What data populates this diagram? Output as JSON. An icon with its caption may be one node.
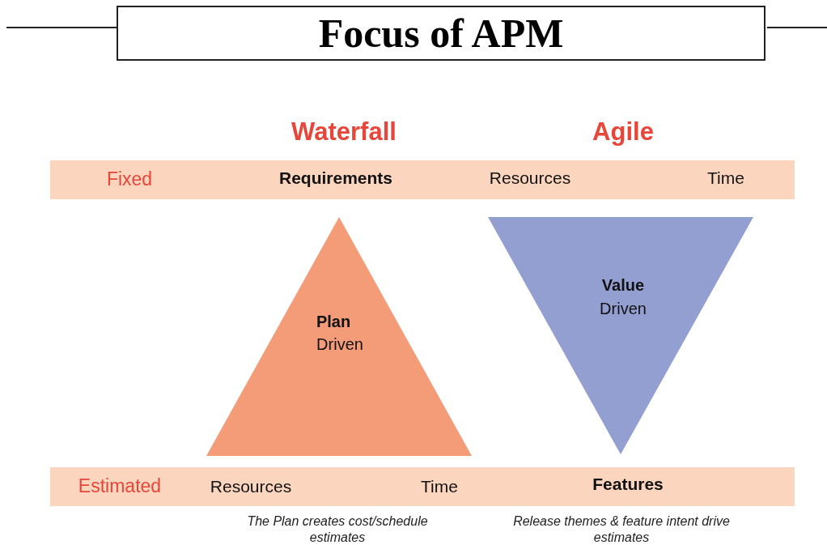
{
  "diagram": {
    "title": "Focus of APM",
    "nodes": [
      {
        "text": [
          "Fixed",
          "Requirements",
          "Resources",
          "Time"
        ]
      },
      {
        "text": [
          "Plan",
          "Driven"
        ]
      },
      {
        "text": [
          "Value",
          "Driven"
        ]
      },
      {
        "text": [
          "Estimated",
          "Resources",
          "Time",
          "Features"
        ]
      }
    ],
    "edges": [],
    "labels": [
      "Waterfall",
      "Agile",
      "The Plan creates cost/schedule estimates",
      "Release themes & feature intent drive estimates"
    ]
  }
}
